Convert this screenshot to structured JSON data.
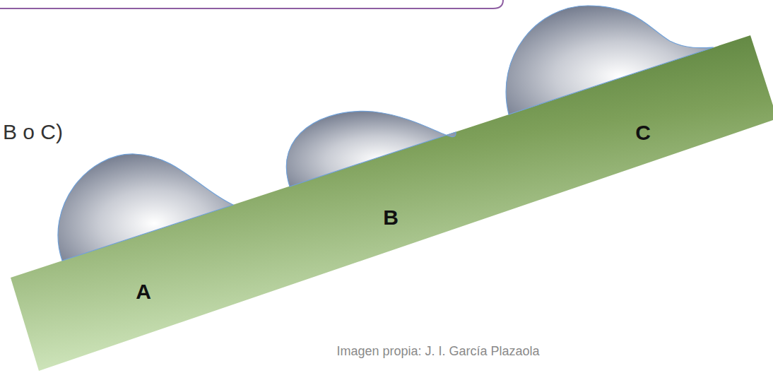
{
  "diagram": {
    "caption": "Imagen propia: J. I. García Plazaola",
    "labels": [
      "B o C)",
      "A",
      "B",
      "C"
    ]
  }
}
